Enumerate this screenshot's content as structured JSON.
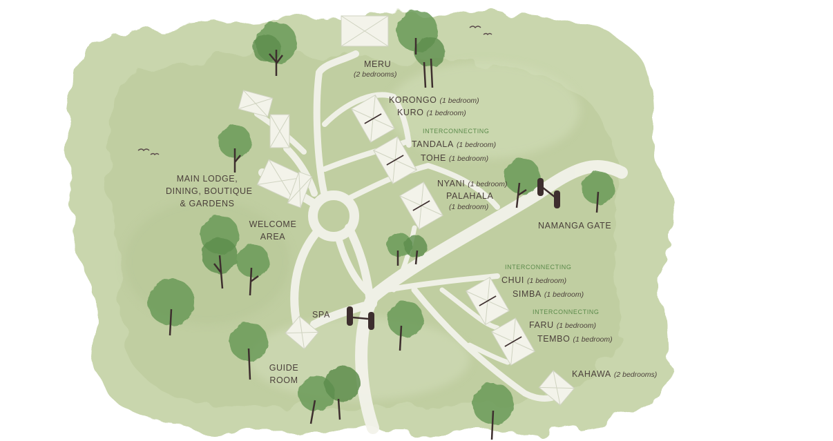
{
  "colors": {
    "background": "#ffffff",
    "wash": "#c9d6ad",
    "wash_dark": "#b8c894",
    "path": "#f2f2ea",
    "tree": "#6a9a58",
    "trunk": "#3d2e2e",
    "text": "#4a3f3a",
    "interconnecting": "#5a8a4a"
  },
  "icons": [
    "tree-icon",
    "bird-icon",
    "gate-icon",
    "cottage-icon"
  ],
  "labels": {
    "meru": {
      "name": "MERU",
      "detail": "(2 bedrooms)"
    },
    "korongo": {
      "name": "KORONGO",
      "detail": "(1 bedroom)"
    },
    "kuro": {
      "name": "KURO",
      "detail": "(1 bedroom)"
    },
    "interconnecting_1": "INTERCONNECTING",
    "tandala": {
      "name": "TANDALA",
      "detail": "(1 bedroom)"
    },
    "tohe": {
      "name": "TOHE",
      "detail": "(1 bedroom)"
    },
    "nyani": {
      "name": "NYANI",
      "detail": "(1 bedroom)"
    },
    "palahala": {
      "name": "PALAHALA",
      "detail": "(1 bedroom)"
    },
    "main_lodge": {
      "line1": "MAIN LODGE,",
      "line2": "DINING, BOUTIQUE",
      "line3": "& GARDENS"
    },
    "welcome": {
      "line1": "WELCOME",
      "line2": "AREA"
    },
    "namanga_gate": "NAMANGA GATE",
    "interconnecting_2": "INTERCONNECTING",
    "chui": {
      "name": "CHUI",
      "detail": "(1 bedroom)"
    },
    "simba": {
      "name": "SIMBA",
      "detail": "(1 bedroom)"
    },
    "interconnecting_3": "INTERCONNECTING",
    "faru": {
      "name": "FARU",
      "detail": "(1 bedroom)"
    },
    "tembo": {
      "name": "TEMBO",
      "detail": "(1 bedroom)"
    },
    "spa": "SPA",
    "guide_room": {
      "line1": "GUIDE",
      "line2": "ROOM"
    },
    "kahawa": {
      "name": "KAHAWA",
      "detail": "(2 bedrooms)"
    }
  }
}
